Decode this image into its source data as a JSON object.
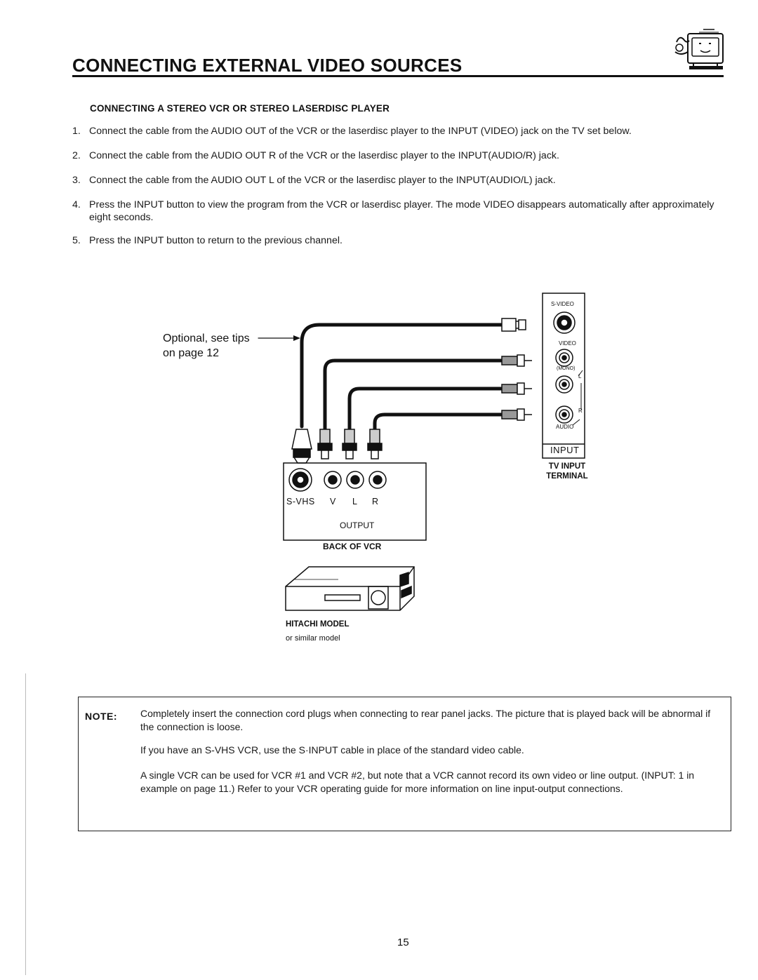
{
  "header": {
    "title": "CONNECTING EXTERNAL VIDEO SOURCES",
    "icon": "tv-mascot-icon"
  },
  "section": {
    "heading": "CONNECTING A STEREO VCR OR STEREO LASERDISC PLAYER"
  },
  "steps": [
    {
      "num": "1.",
      "text": "Connect the cable from the AUDIO OUT of the VCR or the laserdisc player to the INPUT (VIDEO) jack on the TV set below."
    },
    {
      "num": "2.",
      "text": "Connect the cable from the AUDIO OUT R of the VCR or the laserdisc player to the INPUT(AUDIO/R) jack."
    },
    {
      "num": "3.",
      "text": "Connect the cable from the AUDIO OUT L of the VCR or the laserdisc player to the INPUT(AUDIO/L) jack."
    },
    {
      "num": "4.",
      "text": "Press the INPUT button to view the program from the VCR or laserdisc player. The mode VIDEO disappears automatically after approximately eight seconds."
    },
    {
      "num": "5.",
      "text": "Press the INPUT button to return to the previous channel."
    }
  ],
  "diagram": {
    "optional_line1": "Optional, see tips",
    "optional_line2": "on page 12",
    "tv_panel": {
      "svideo": "S-VIDEO",
      "video": "VIDEO",
      "mono": "(MONO)",
      "l": "L",
      "r": "R",
      "audio": "AUDIO",
      "input": "INPUT",
      "caption_line1": "TV INPUT",
      "caption_line2": "TERMINAL"
    },
    "vcr_panel": {
      "svhs": "S-VHS",
      "v": "V",
      "l": "L",
      "r": "R",
      "output": "OUTPUT",
      "caption": "BACK OF VCR"
    },
    "vcr_model": {
      "line1": "HITACHI MODEL",
      "line2": "or similar model"
    }
  },
  "note": {
    "label": "NOTE:",
    "paragraphs": [
      "Completely insert the connection cord plugs when connecting to rear panel jacks. The picture that is played back will be abnormal if the connection is loose.",
      "If you have an S-VHS VCR, use the S·INPUT cable in place of the standard video cable.",
      "A single VCR can be used for VCR #1 and VCR #2, but note that a VCR cannot record its own video or line output. (INPUT: 1 in example on page 11.) Refer to your VCR operating guide for more information on line input-output connections."
    ]
  },
  "page_number": "15"
}
